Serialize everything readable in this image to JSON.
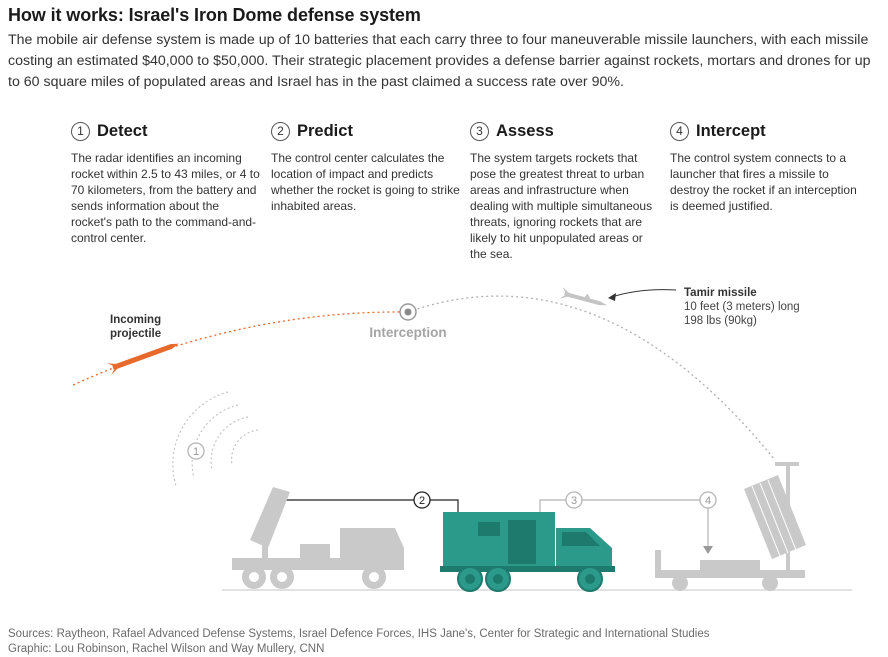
{
  "title": "How it works: Israel's Iron Dome defense system",
  "intro": "The mobile air defense system is made up of 10 batteries that each carry three to four maneuverable missile launchers, with each missile costing an estimated $40,000 to $50,000. Their strategic placement provides a defense barrier against rockets, mortars and drones for up to 60 square miles of populated areas and Israel has in the past claimed a success rate over 90%.",
  "steps": [
    {
      "num": "1",
      "title": "Detect",
      "text": "The radar identifies an incoming rocket within 2.5 to 43 miles, or 4 to 70 kilometers, from the battery and sends information about the rocket's path to the command-and-control center."
    },
    {
      "num": "2",
      "title": "Predict",
      "text": "The control center calculates the location of impact and predicts whether the rocket is going to strike inhabited areas."
    },
    {
      "num": "3",
      "title": "Assess",
      "text": "The system targets rockets that pose the greatest threat to urban areas and infrastructure when dealing with multiple simultaneous threats, ignoring rockets that are likely to hit unpopulated areas or the sea."
    },
    {
      "num": "4",
      "title": "Intercept",
      "text": "The control system connects to a launcher that fires a missile to destroy the rocket if an interception is deemed justified."
    }
  ],
  "diagram": {
    "incoming_line1": "Incoming",
    "incoming_line2": "projectile",
    "interception": "Interception",
    "tamir_title": "Tamir missile",
    "tamir_length": "10 feet (3 meters) long",
    "tamir_weight": "198 lbs (90kg)",
    "markers": [
      "1",
      "2",
      "3",
      "4"
    ]
  },
  "colors": {
    "projectile": "#e8692c",
    "control_center": "#2b9a8b",
    "equipment": "#c9c9c9",
    "trajectory": "#e8692c",
    "interceptor_path": "#b0b0b0"
  },
  "footer": {
    "sources": "Sources: Raytheon, Rafael Advanced Defense Systems, Israel Defence Forces, IHS Jane's, Center for Strategic and International Studies",
    "credits": "Graphic: Lou Robinson, Rachel Wilson and Way Mullery, CNN"
  }
}
